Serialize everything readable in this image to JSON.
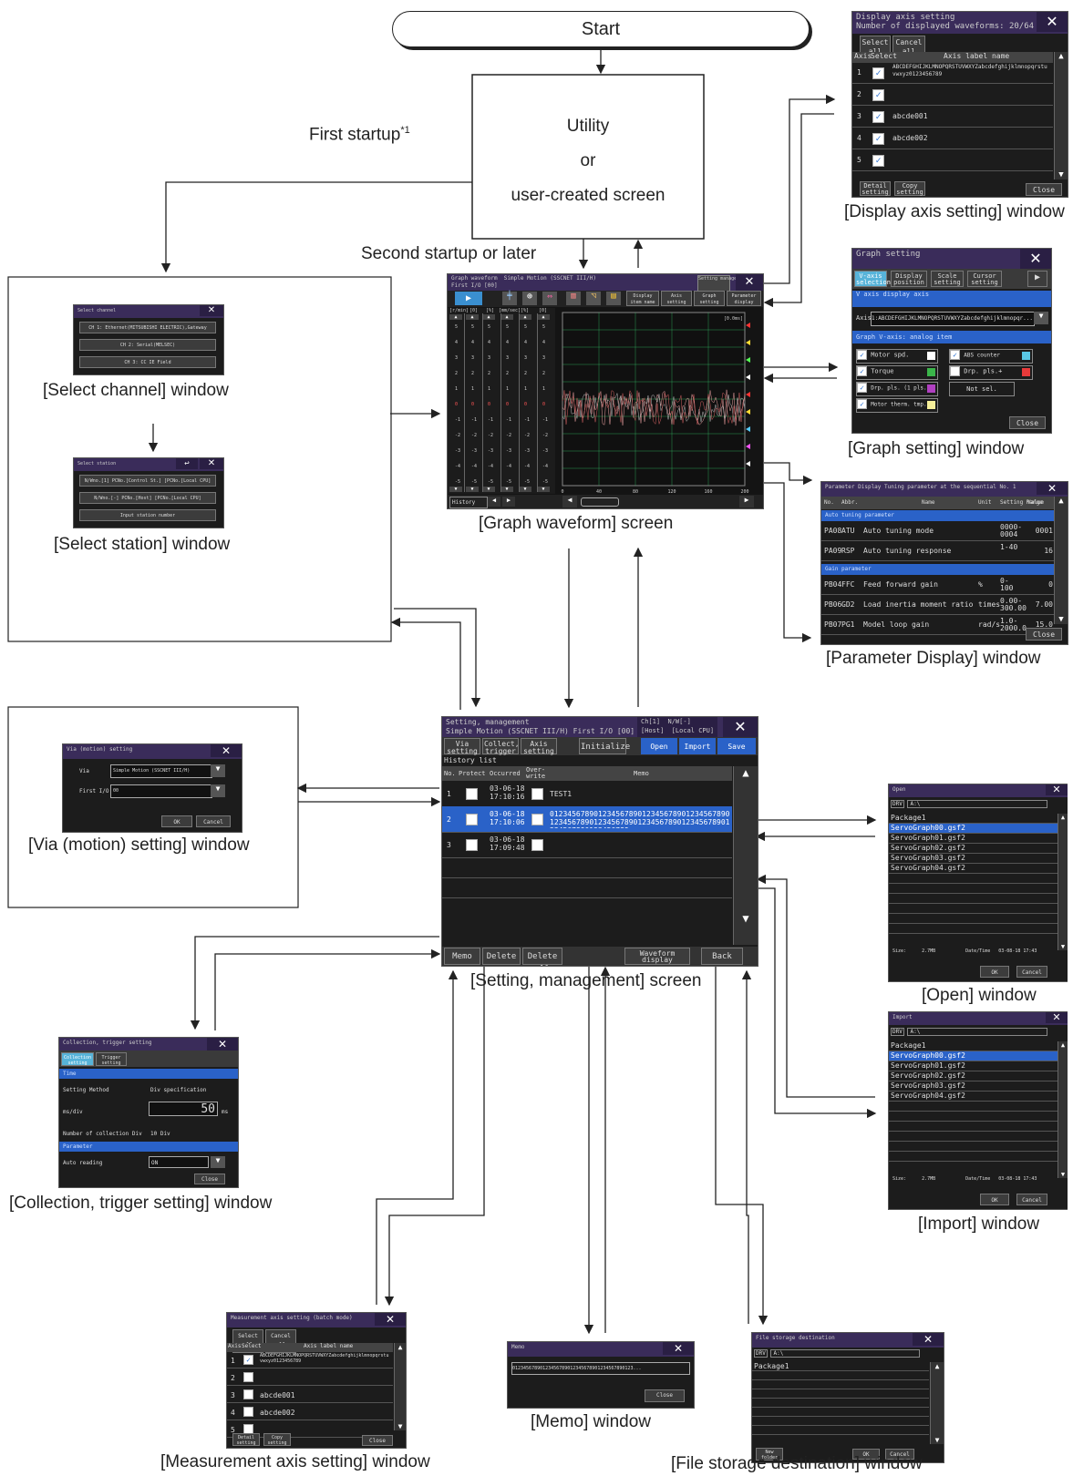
{
  "captions": {
    "start": "Start",
    "utility": [
      "Utility",
      "or",
      "user-created screen"
    ],
    "first_startup": "First startup",
    "first_startup_note": "*1",
    "second_startup": "Second startup or later",
    "display_axis": "[Display axis setting] window",
    "graph_setting": "[Graph setting] window",
    "parameter_display": "[Parameter Display] window",
    "select_channel": "[Select channel] window",
    "select_station": "[Select station] window",
    "graph_waveform": "[Graph waveform] screen",
    "via_motion": "[Via (motion) setting] window",
    "setting_management": "[Setting, management] screen",
    "open": "[Open] window",
    "import": "[Import] window",
    "collection_trigger": "[Collection, trigger setting] window",
    "measurement_axis": "[Measurement axis setting] window",
    "memo": "[Memo] window",
    "file_storage": "[File storage destination] window"
  },
  "display_axis_win": {
    "title": "Display axis setting\nNumber of displayed waveforms: 20/64",
    "select_all": "Select all",
    "cancel_all": "Cancel all",
    "headers": [
      "Axis",
      "Select",
      "Axis label name"
    ],
    "rows": [
      {
        "no": "1",
        "checked": true,
        "label": "ABCDEFGHIJKLMNOPQRSTUVWXYZabcdefghijklmnopqrstuvwxyz0123456789"
      },
      {
        "no": "2",
        "checked": true,
        "label": ""
      },
      {
        "no": "3",
        "checked": true,
        "label": "abcde001"
      },
      {
        "no": "4",
        "checked": true,
        "label": "abcde002"
      },
      {
        "no": "5",
        "checked": true,
        "label": ""
      }
    ],
    "detail": "Detail setting",
    "copy": "Copy setting",
    "close": "Close"
  },
  "graph_setting_win": {
    "title": "Graph setting",
    "tabs": [
      "V-axis selection",
      "Display position",
      "Scale setting",
      "Cursor setting"
    ],
    "section1": "V axis display axis",
    "axis_label": "Axis",
    "axis_value": "1:ABCDEFGHIJKLMNOPQRSTUVWXYZabcdefghijklmnopqr...",
    "section2": "Graph V-axis: analog item",
    "items": [
      "Motor spd.",
      "ABS counter",
      "Torque",
      "Drp. pls.+",
      "Drp. pls. (1 pls.)",
      "Not sel.",
      "Motor therm. tmp."
    ],
    "close": "Close"
  },
  "param_win": {
    "title": "Parameter Display  Tuning parameter at the sequential No. 1",
    "headers": [
      "No.",
      "Abbr.",
      "Name",
      "Unit",
      "Setting Range",
      "Value"
    ],
    "group1": "Auto tuning parameter",
    "group2": "Gain parameter",
    "rows": [
      {
        "no": "PA08",
        "abbr": "ATU",
        "name": "Auto tuning mode",
        "unit": "",
        "range": "0000-0004",
        "value": "0001"
      },
      {
        "no": "PA09",
        "abbr": "RSP",
        "name": "Auto tuning response",
        "unit": "",
        "range": "1-40",
        "value": "16"
      },
      {
        "no": "PB04",
        "abbr": "FFC",
        "name": "Feed forward gain",
        "unit": "%",
        "range": "0-100",
        "value": "0"
      },
      {
        "no": "PB06",
        "abbr": "GD2",
        "name": "Load inertia moment ratio",
        "unit": "times",
        "range": "0.00-300.00",
        "value": "7.00"
      },
      {
        "no": "PB07",
        "abbr": "PG1",
        "name": "Model loop gain",
        "unit": "rad/s",
        "range": "1.0-2000.0",
        "value": "15.0"
      }
    ],
    "close": "Close"
  },
  "select_channel_win": {
    "title": "Select channel",
    "items": [
      "CH 1: Ethernet(MITSUBISHI ELECTRIC),Gateway",
      "CH 2: Serial(MELSEC)",
      "CH 3: CC IE Field"
    ]
  },
  "select_station_win": {
    "title": "Select station",
    "items": [
      "N/Wno.[1] PCNo.[Control St.] [PCNo.[Local CPU]",
      "N/Wno.[-] PCNo.[Host] [PCNo.[Local CPU]",
      "Input station number"
    ]
  },
  "graph_waveform_win": {
    "title": "Graph waveform  Simple Motion (SSCNET III/H)\nFirst I/O [00]",
    "setting_mgmt": "Setting management",
    "toolbar": [
      "Display item name",
      "Axis setting",
      "Graph setting",
      "Parameter display"
    ],
    "units": [
      "[r/min]",
      "[0]",
      "[%]",
      "[mm/sec]",
      "[%]",
      "[0]"
    ],
    "scale_labels": [
      "5",
      "4",
      "3",
      "2",
      "1",
      "0",
      "-1",
      "-2",
      "-3",
      "-4",
      "-5"
    ],
    "x_ticks": [
      "0",
      "40",
      "80",
      "120",
      "160",
      "200"
    ],
    "x_unit": "[ms]",
    "top_right": "[0.0ms]",
    "history": "History"
  },
  "via_win": {
    "title": "Via (motion) setting",
    "via_label": "Via",
    "via_value": "Simple Motion (SSCNET III/H)",
    "io_label": "First I/O",
    "io_value": "00",
    "ok": "OK",
    "cancel": "Cancel"
  },
  "setting_win": {
    "title": "Setting, management\nSimple Motion (SSCNET III/H) First I/O [00]",
    "channel": "Ch[1]  N/W[-]\n[Host]  [Local CPU]",
    "tabs": [
      "Via setting",
      "Collect, trigger",
      "Axis setting"
    ],
    "initialize": "Initialize",
    "open": "Open",
    "import": "Import",
    "save": "Save",
    "history_list": "History list",
    "headers": [
      "No.",
      "Protect",
      "Occurred",
      "Over-write",
      "Memo"
    ],
    "rows": [
      {
        "no": "1",
        "date": "03-06-18",
        "time": "17:10:16",
        "memo": "TEST1"
      },
      {
        "no": "2",
        "date": "03-06-18",
        "time": "17:10:06",
        "memo": "0123456789012345678901234567890123456789012345678901234567890123456789012345678901234567890123456789 ..."
      },
      {
        "no": "3",
        "date": "03-06-18",
        "time": "17:09:48",
        "memo": ""
      }
    ],
    "footer": [
      "Memo",
      "Delete",
      "Delete all",
      "Waveform display",
      "Back"
    ]
  },
  "open_win": {
    "title": "Open",
    "drv": "DRV",
    "path": "A:\\",
    "files": [
      "Package1",
      "ServoGraph00.gsf2",
      "ServoGraph01.gsf2",
      "ServoGraph02.gsf2",
      "ServoGraph03.gsf2",
      "ServoGraph04.gsf2"
    ],
    "size_label": "Size:",
    "size": "2.7MB",
    "date_label": "Date/Time",
    "date": "03-08-18 17:43",
    "ok": "OK",
    "cancel": "Cancel"
  },
  "import_win": {
    "title": "Import",
    "drv": "DRV",
    "path": "A:\\",
    "files": [
      "Package1",
      "ServoGraph00.gsf2",
      "ServoGraph01.gsf2",
      "ServoGraph02.gsf2",
      "ServoGraph03.gsf2",
      "ServoGraph04.gsf2"
    ],
    "size_label": "Size:",
    "size": "2.7MB",
    "date_label": "Date/Time",
    "date": "03-08-18 17:43",
    "ok": "OK",
    "cancel": "Cancel"
  },
  "collection_win": {
    "title": "Collection, trigger setting",
    "tabs": [
      "Collection setting",
      "Trigger setting"
    ],
    "section1": "Time",
    "method_label": "Setting Method",
    "method_value": "Div specification",
    "msdiv_label": "ms/div",
    "msdiv_value": "50",
    "msdiv_unit": "ms",
    "count_label": "Number of collection Div",
    "count_value": "10 Div",
    "section2": "Parameter",
    "auto_label": "Auto reading",
    "auto_value": "ON",
    "close": "Close"
  },
  "measurement_win": {
    "title": "Measurement axis setting (batch mode)",
    "select_all": "Select all",
    "cancel_all": "Cancel all",
    "headers": [
      "Axis",
      "Select",
      "Axis label name"
    ],
    "rows": [
      {
        "no": "1",
        "checked": true,
        "label": "ABCDEFGHIJKLMNOPQRSTUVWXYZabcdefghijklmnopqrstuvwxyz0123456789"
      },
      {
        "no": "2",
        "checked": false,
        "label": ""
      },
      {
        "no": "3",
        "checked": false,
        "label": "abcde001"
      },
      {
        "no": "4",
        "checked": false,
        "label": "abcde002"
      },
      {
        "no": "5",
        "checked": false,
        "label": ""
      }
    ],
    "detail": "Detail setting",
    "copy": "Copy setting",
    "close": "Close"
  },
  "memo_win": {
    "title": "Memo",
    "text": "01234567890123456789012345678901234567890123...",
    "close": "Close"
  },
  "file_win": {
    "title": "File storage destination",
    "drv": "DRV",
    "path": "A:\\",
    "folder": "Package1",
    "new_folder": "New folder",
    "ok": "OK",
    "cancel": "Cancel"
  }
}
